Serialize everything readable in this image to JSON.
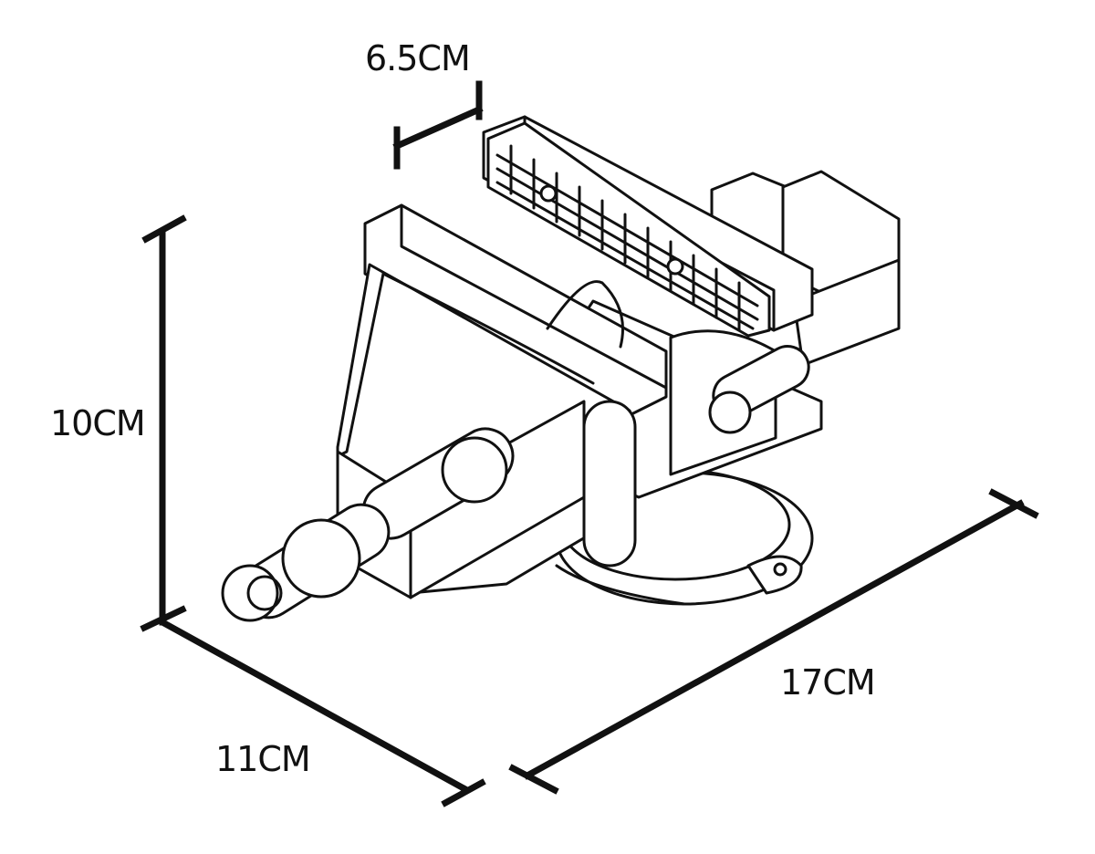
{
  "dimensions": {
    "jaw_width": "6.5CM",
    "height": "10CM",
    "depth": "11CM",
    "length": "17CM"
  },
  "colors": {
    "line": "#111111",
    "background": "#ffffff"
  }
}
